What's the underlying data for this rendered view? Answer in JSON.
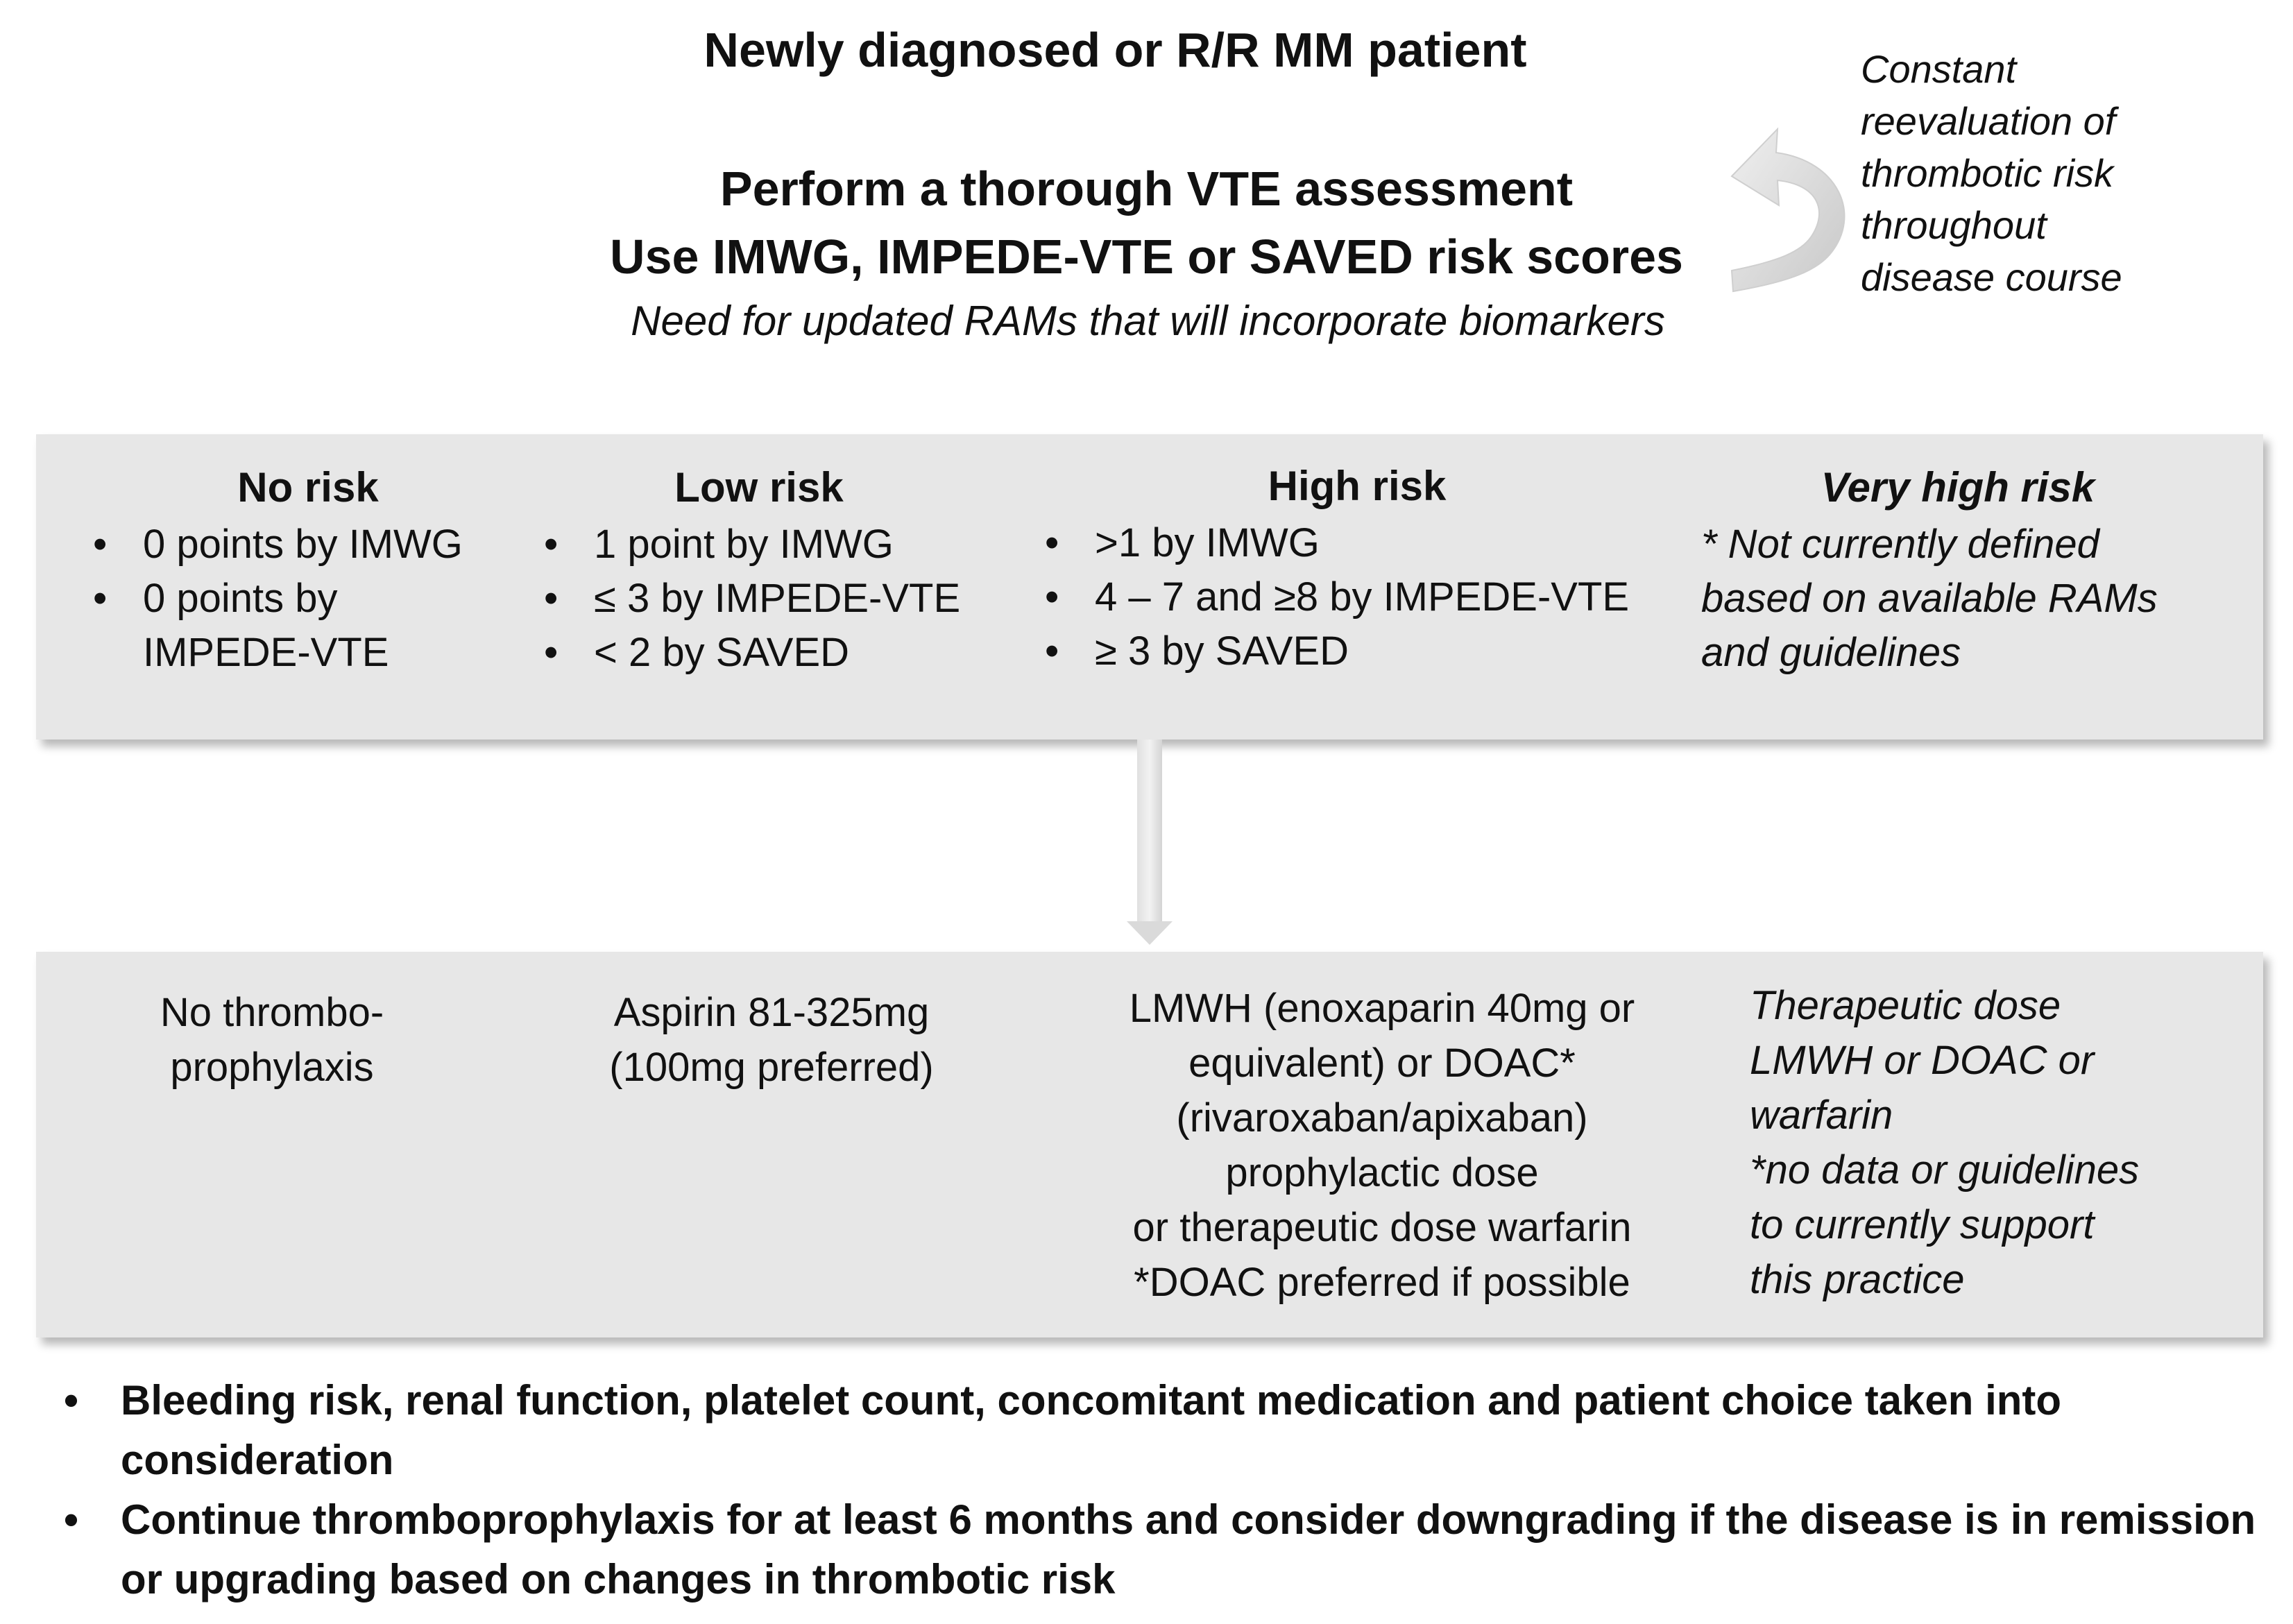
{
  "header": {
    "title": "Newly diagnosed or R/R MM patient",
    "assessment_line1": "Perform a thorough VTE assessment",
    "assessment_line2": "Use IMWG, IMPEDE-VTE or SAVED risk scores",
    "rams_note": "Need for updated RAMs that will incorporate biomarkers"
  },
  "reevaluation_note": "Constant\nreevaluation of\nthrombotic risk\nthroughout\ndisease course",
  "risk_levels": [
    {
      "title": "No risk",
      "criteria": [
        "0 points by IMWG",
        "0 points by IMPEDE-VTE"
      ]
    },
    {
      "title": "Low risk",
      "criteria": [
        "1 point by IMWG",
        "≤ 3 by IMPEDE-VTE",
        "< 2 by SAVED"
      ]
    },
    {
      "title": "High risk",
      "criteria": [
        ">1 by IMWG",
        "4 – 7 and ≥8 by IMPEDE-VTE",
        "≥ 3 by SAVED"
      ]
    },
    {
      "title": "Very high risk",
      "note": "* Not currently defined\nbased on available RAMs\nand guidelines"
    }
  ],
  "prophylaxis": [
    "No thrombo-\nprophylaxis",
    "Aspirin 81-325mg\n(100mg preferred)",
    "LMWH (enoxaparin 40mg or\nequivalent) or DOAC*\n(rivaroxaban/apixaban)\nprophylactic dose\nor therapeutic dose warfarin\n*DOAC preferred if possible",
    "Therapeutic dose\nLMWH or DOAC or\nwarfarin\n*no data or guidelines\nto currently support\nthis practice"
  ],
  "footer_bullets": [
    "Bleeding risk, renal function, platelet count, concomitant medication and patient choice taken into consideration",
    "Continue thromboprophylaxis for at least 6 months and consider downgrading if the disease is in remission or upgrading based on changes in thrombotic risk"
  ],
  "colors": {
    "panel_fill": "#e7e7e7",
    "arrow_fill": "#e4e4e4",
    "curve_arrow": "#d9d9d9",
    "text": "#111111"
  },
  "icons": {
    "reevaluation_arrow": "curved-arrow-icon",
    "flow_arrow": "down-arrow-icon"
  }
}
